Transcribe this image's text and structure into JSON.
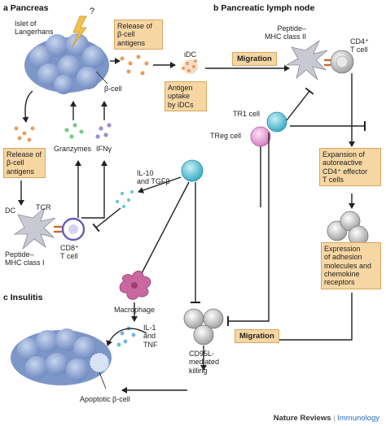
{
  "panels": {
    "a": {
      "letter": "a",
      "title": "Pancreas"
    },
    "b": {
      "letter": "b",
      "title": "Pancreatic lymph node"
    },
    "c": {
      "letter": "c",
      "title": "Insulitis"
    }
  },
  "labels": {
    "islet": "Islet of\nLangerhans",
    "question": "?",
    "beta_cell": "β-cell",
    "release_top": "Release of\nβ-cell\nantigens",
    "idc": "iDC",
    "antigen_uptake": "Antigen\nuptake\nby iDCs",
    "migration_top": "Migration",
    "peptide_mhc2": "Peptide–\nMHC class II",
    "cd4": "CD4⁺\nT cell",
    "tr1": "TR1 cell",
    "treg": "TReg cell",
    "expansion": "Expansion of\nautoreactive\nCD4⁺ effector\nT cells",
    "expression": "Expression\nof adhesion\nmolecules and\nchemokine\nreceptors",
    "release_left": "Release of\nβ-cell\nantigens",
    "granzymes": "Granzymes",
    "ifng": "IFNγ",
    "il10": "IL-10\nand TGFβ",
    "dc": "DC",
    "tcr": "TCR",
    "peptide_mhc1": "Peptide–\nMHC class I",
    "cd8": "CD8⁺\nT cell",
    "macrophage": "Macrophage",
    "il1_tnf": "IL-1\nand\nTNF",
    "migration_bottom": "Migration",
    "cd95l": "CD95L-\nmediated\nkilling",
    "apoptotic": "Apoptotic β-cell"
  },
  "footer": {
    "journal": "Nature Reviews",
    "separator": "|",
    "topic": "Immunology"
  },
  "colors": {
    "beta_cell": "#8fa9d6",
    "beta_cell_dark": "#5f7fb8",
    "box_fill": "#f6d6a3",
    "dc_cell": "#c9c9d4",
    "cd4_tcell": "#d8d8d8",
    "tr1_cell": "#5cc6d8",
    "treg_cell": "#e8a6d8",
    "macrophage": "#c9689e",
    "antigen_dots": "#e89a5c",
    "granzyme_dots": "#7ccb8a",
    "ifng_dots": "#9b8fd8",
    "il1_dots": "#6fb3e0",
    "arrow": "#222222"
  },
  "icons": [
    "lightning-icon",
    "islet-icon",
    "dc-icon",
    "t-cell-icon",
    "macrophage-icon"
  ]
}
